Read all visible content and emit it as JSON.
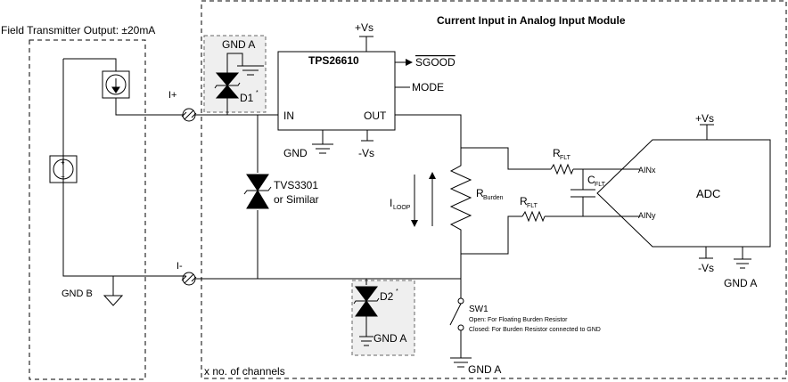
{
  "labels": {
    "field_title": "Field Transmitter Output: ±20mA",
    "module_title": "Current Input in Analog Input Module",
    "ic_name": "TPS26610",
    "sgood": "SGOOD",
    "mode": "MODE",
    "in_pin": "IN",
    "out_pin": "OUT",
    "gnd_ic": "GND",
    "vs_top": "+Vs",
    "vs_neg_ic": "-Vs",
    "gnd_a_d1": "GND A",
    "d1": "D1",
    "d1_mark": "*",
    "d2": "D2",
    "d2_mark": "*",
    "gnd_a_d2": "GND A",
    "i_plus": "I+",
    "i_minus": "I-",
    "tvs_line1": "TVS3301",
    "tvs_line2": "or Similar",
    "iloop_main": "I",
    "iloop_sub": "LOOP",
    "rburden_main": "R",
    "rburden_sub": "Burden",
    "rflt1_main": "R",
    "rflt1_sub": "FLT",
    "rflt2_main": "R",
    "rflt2_sub": "FLT",
    "cflt_main": "C",
    "cflt_sub": "FLT",
    "ainx": "AINx",
    "ainy": "AINy",
    "adc": "ADC",
    "adc_vs_pos": "+Vs",
    "adc_vs_neg": "-Vs",
    "gnd_a_adc": "GND A",
    "gnd_b": "GND B",
    "sw1": "SW1",
    "sw_open": "Open: For Floating Burden Resistor",
    "sw_closed": "Closed: For Burden Resistor connected to GND",
    "gnd_a_sw": "GND A",
    "channels": "x no. of channels",
    "source_plus": "+",
    "source_minus": "−"
  },
  "colors": {
    "wire": "#000000",
    "diode_box_fill": "#efefef"
  },
  "icons": [
    "current-source-icon",
    "voltage-source-icon",
    "diode-icon",
    "tvs-diode-icon",
    "resistor-icon",
    "capacitor-icon",
    "ground-icon",
    "switch-icon",
    "fuse-icon"
  ]
}
